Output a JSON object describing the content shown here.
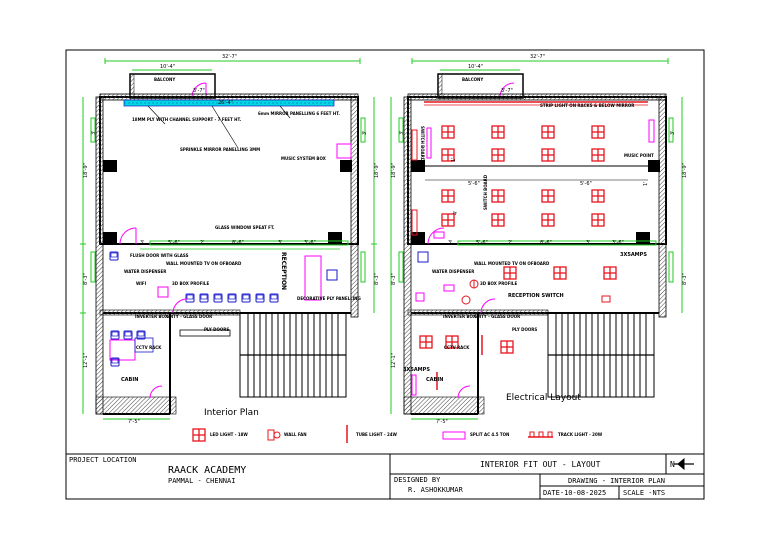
{
  "plans": {
    "left_caption": "Interior Plan",
    "right_caption": "Electrical Layout"
  },
  "dims": {
    "overall_width": "32'-7\"",
    "balcony_width": "10'-4\"",
    "balcony_door": "3'-7\"",
    "top_strip": "26'-4\"",
    "left_height_upper": "18'-9\"",
    "left_height_mid": "8'-3\"",
    "left_height_lower": "12'-1\"",
    "three": "3'",
    "bottom_width": "7'-5\"",
    "mid_a": "5'-6\"",
    "mid_b": "2'",
    "mid_c": "8'-6\"",
    "mid_d": "3'-6\"",
    "mid_e": "3'",
    "elec_a": "5'-6\"",
    "elec_b": "5'-6\"",
    "four": "4'",
    "one_a": "1'"
  },
  "labels": {
    "balcony": "BALCONY",
    "ply_support": "18MM PLY WITH CHANNEL SUPPORT - 7 FEET HT.",
    "mirror_panel": "6mm MIRROR PANELLING 6 FEET HT.",
    "sprinkle_mirror": "SPRINKLE MIRROR PANELLING 3MM",
    "music_box": "MUSIC SYSTEM BOX",
    "glass_window": "GLASS WINDOW SPEAT FT.",
    "flush_door": "FLUSH DOOR WITH GLASS",
    "wall_mounted_tv": "WALL MOUNTED TV ON OFBOARD",
    "water_dispenser": "WATER DISPENSER",
    "wifi": "WIFI",
    "box_profile": "3D BOX PROFILE",
    "reception": "RECEPTION",
    "decorative_panel": "DECORATIVE PLY PANELLING",
    "inverter_box": "INVERTER BOX",
    "entry_glass": "ENTY - GLASS DOOR",
    "ply_doors": "PLY DOORS",
    "cctv_rack": "CCTV RACK",
    "cabin": "CABIN",
    "strip_light": "STRIP LIGHT ON RACKS & BELOW MIRROR",
    "switch_board": "SWITCH BOARD",
    "music_point": "MUSIC POINT",
    "amps_right": "3X5AMPS",
    "reception_switch": "RECEPTION SWITCH",
    "amps_left": "3X5AMPS"
  },
  "legend": {
    "led": "LED LIGHT - 18W",
    "wall_fan": "WALL FAN",
    "tube": "TUBE LIGHT - 24W",
    "split_ac": "SPLIT AC 4.5 TON",
    "track": "TRACK LIGHT - 20W"
  },
  "title_block": {
    "project_location_label": "PROJECT LOCATION",
    "project_name": "RAACK ACADEMY",
    "project_place": "PAMMAL - CHENNAI",
    "drawing_title": "INTERIOR FIT OUT - LAYOUT",
    "north": "N",
    "designed_by_label": "DESIGNED BY",
    "designer": "R. ASHOKKUMAR",
    "drawing_label": "DRAWING - INTERIOR PLAN",
    "date": "DATE-10-08-2025",
    "scale": "SCALE -NTS"
  },
  "colors": {
    "green": "#22cc22",
    "magenta": "#ff00ff",
    "red": "#e8141e",
    "blue": "#1a1acc",
    "cyan": "#00d8e0",
    "wall": "#000000",
    "hatch": "#555555"
  }
}
